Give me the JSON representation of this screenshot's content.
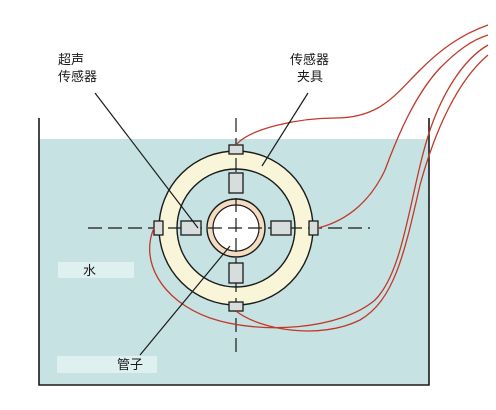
{
  "labels": {
    "ultrasonic_sensor_line1": "超声",
    "ultrasonic_sensor_line2": "传感器",
    "sensor_fixture_line1": "传感器",
    "sensor_fixture_line2": "夹具",
    "water": "水",
    "pipe": "管子"
  },
  "colors": {
    "water": "#c6e2e3",
    "label_box": "#dff0f1",
    "fixture_ring": "#f9f5d9",
    "pipe_wall": "#f4dcc0",
    "pipe_bore": "#ffffff",
    "cable": "#c0392b",
    "sensor_block": "#d7dcdc",
    "outline": "#1a1a1a"
  }
}
